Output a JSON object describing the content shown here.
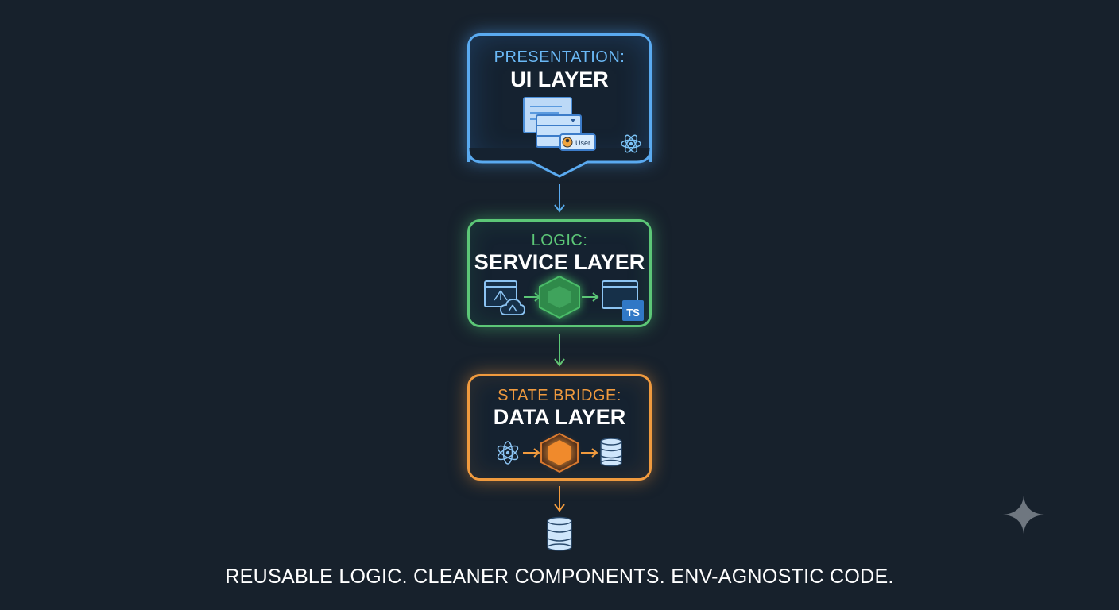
{
  "layers": [
    {
      "sub": "PRESENTATION:",
      "main": "UI LAYER",
      "color": "#5aaaf0"
    },
    {
      "sub": "LOGIC:",
      "main": "SERVICE LAYER",
      "color": "#5cc777"
    },
    {
      "sub": "STATE BRIDGE:",
      "main": "DATA LAYER",
      "color": "#f09a3e"
    }
  ],
  "ui_icon": {
    "user_label": "User"
  },
  "service_icon": {
    "ts_label": "TS"
  },
  "caption": "REUSABLE LOGIC. CLEANER COMPONENTS. ENV-AGNOSTIC CODE.",
  "icons": [
    "ui-window-icon",
    "react-icon",
    "api-window-icon",
    "cloud-icon",
    "node-hexagon-icon",
    "ts-window-icon",
    "electron-icon",
    "state-hexagon-icon",
    "database-icon",
    "sparkle-icon"
  ]
}
